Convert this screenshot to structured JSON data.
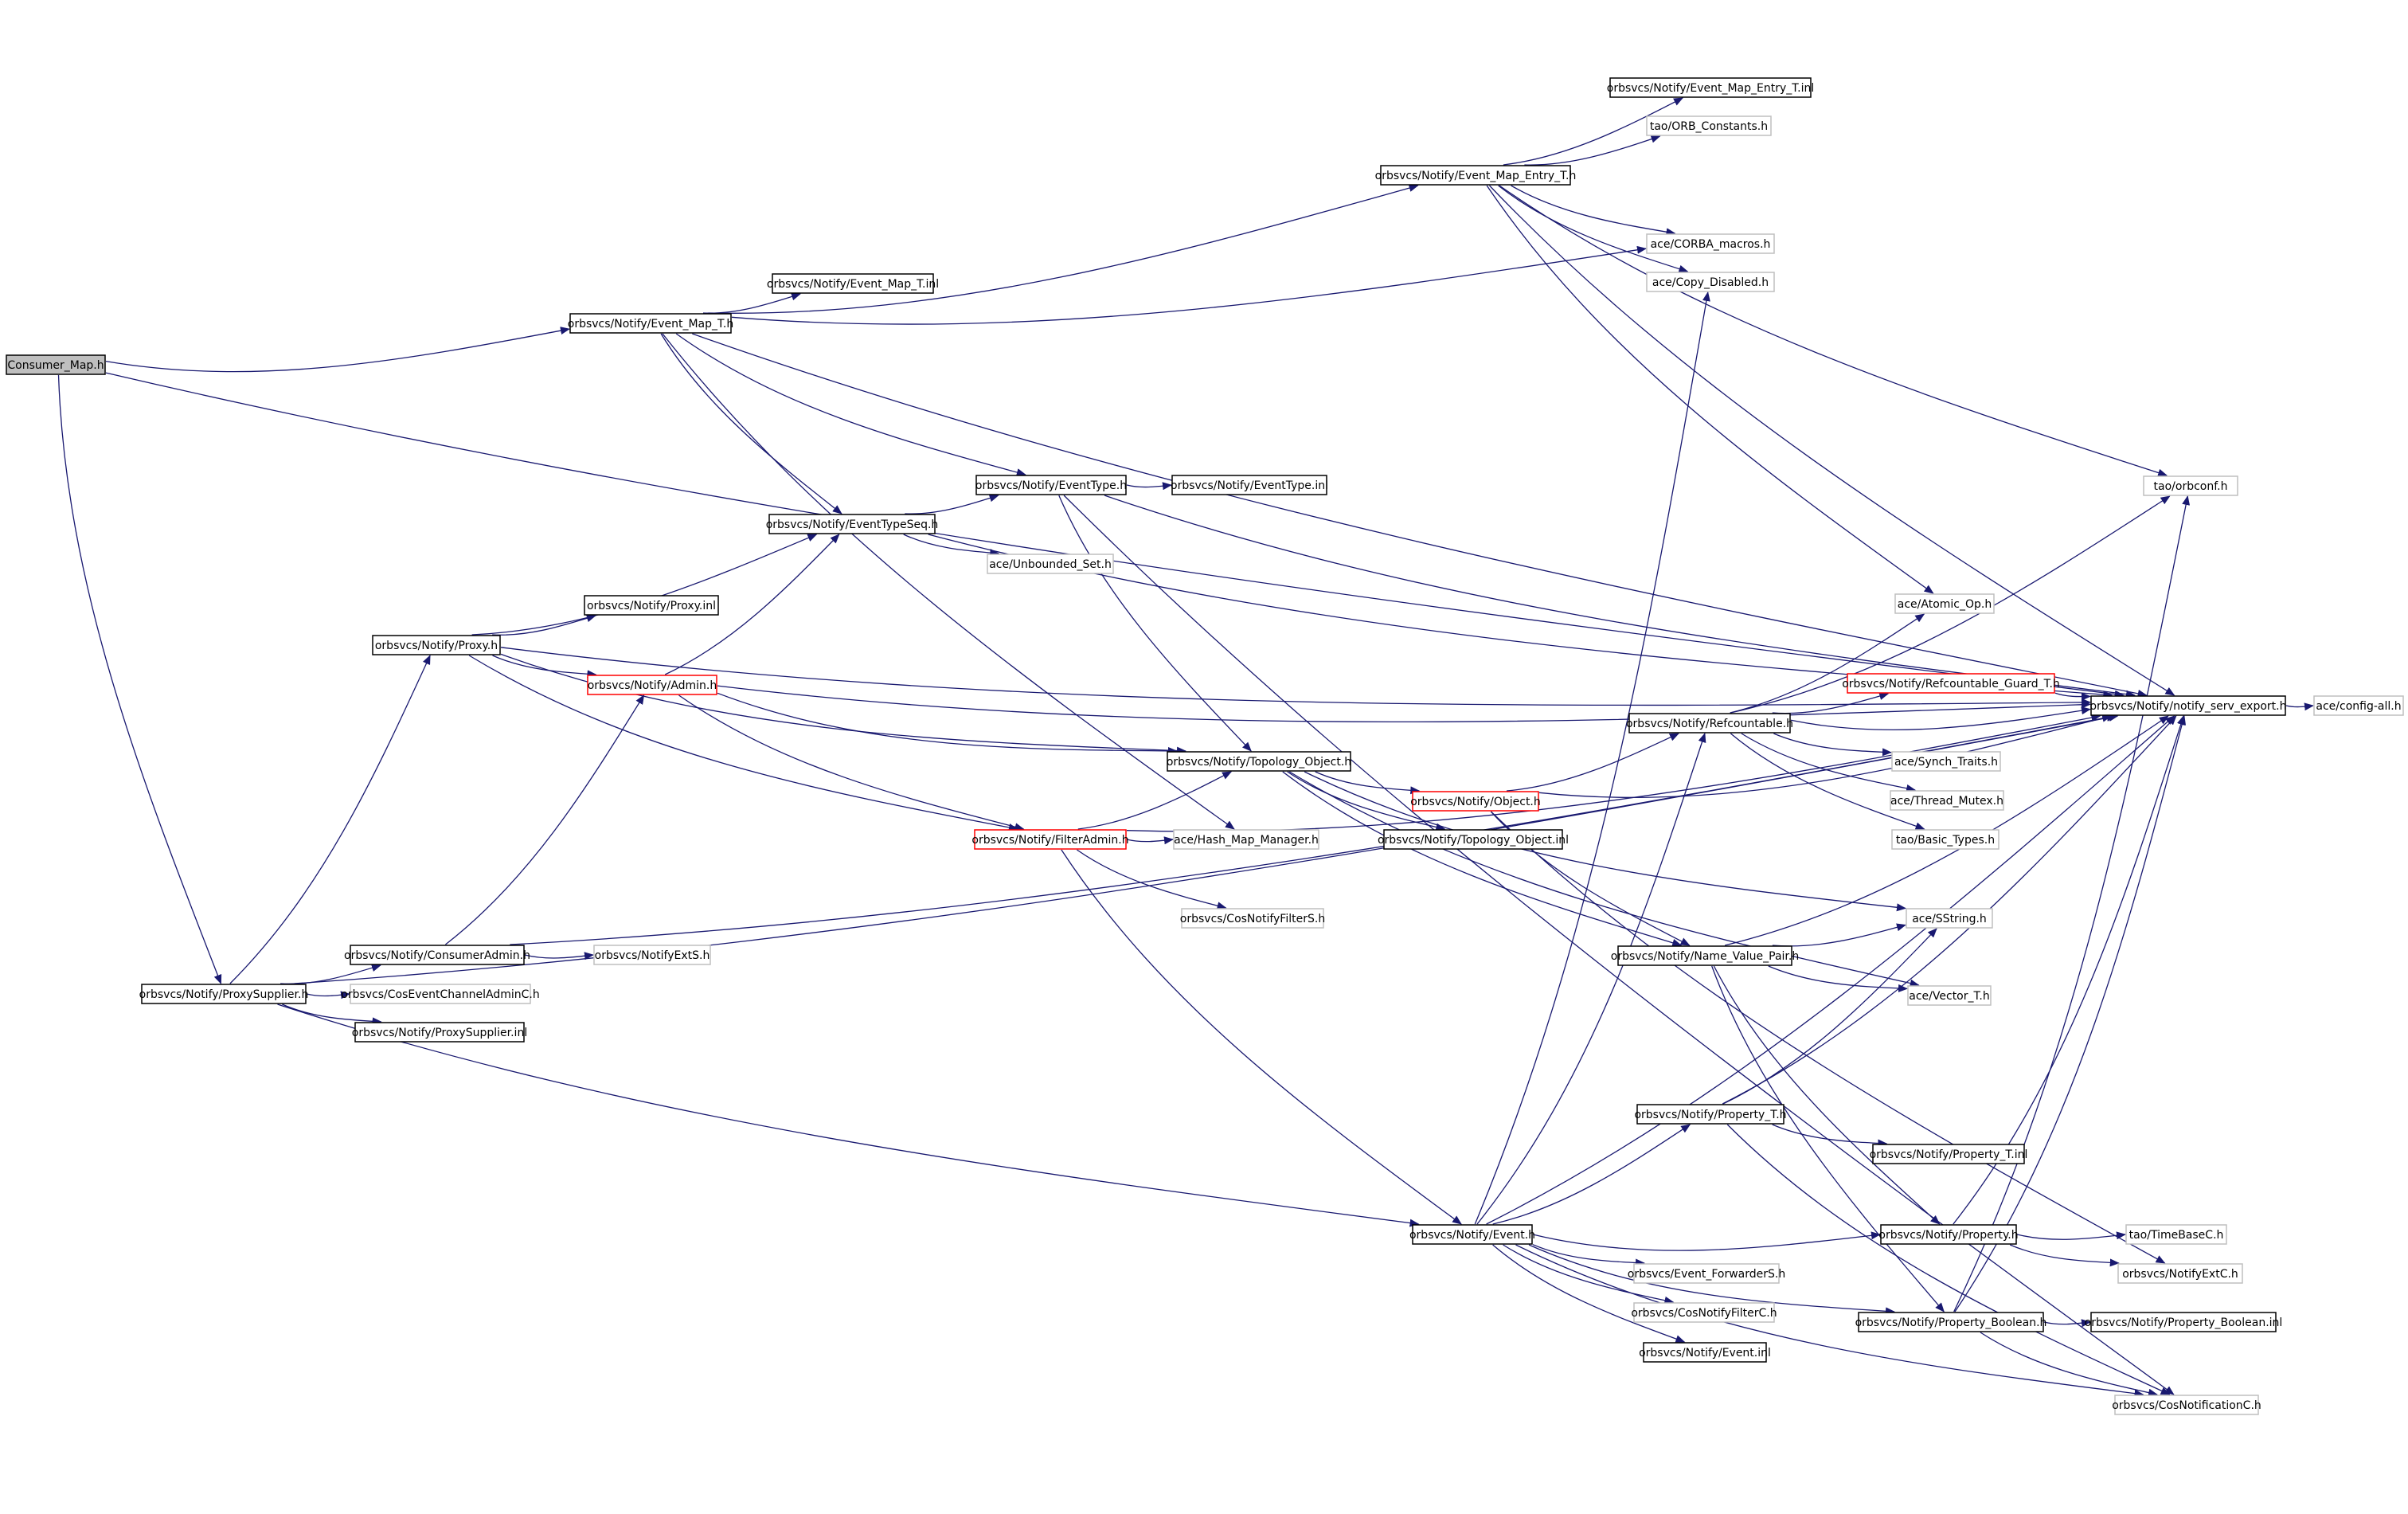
{
  "title": "",
  "colors": {
    "edge": "#191970",
    "border_normal": "#000000",
    "border_truncated": "#ff0000",
    "border_leaf": "#bfbfbf",
    "root_fill": "#bfbfbf",
    "node_fill": "#ffffff",
    "text": "#000000"
  },
  "nodes": [
    {
      "id": "consumer_map",
      "label": "Consumer_Map.h",
      "style": "root"
    },
    {
      "id": "event_map_t",
      "label": "orbsvcs/Notify/Event_Map_T.h",
      "style": "normal"
    },
    {
      "id": "event_map_t_inl",
      "label": "orbsvcs/Notify/Event_Map_T.inl",
      "style": "normal"
    },
    {
      "id": "event_map_entry_t",
      "label": "orbsvcs/Notify/Event_Map_Entry_T.h",
      "style": "normal"
    },
    {
      "id": "event_map_entry_t_inl",
      "label": "orbsvcs/Notify/Event_Map_Entry_T.inl",
      "style": "normal"
    },
    {
      "id": "orb_constants",
      "label": "tao/ORB_Constants.h",
      "style": "leaf"
    },
    {
      "id": "corba_macros",
      "label": "ace/CORBA_macros.h",
      "style": "leaf"
    },
    {
      "id": "copy_disabled",
      "label": "ace/Copy_Disabled.h",
      "style": "leaf"
    },
    {
      "id": "eventtype",
      "label": "orbsvcs/Notify/EventType.h",
      "style": "normal"
    },
    {
      "id": "eventtype_inl",
      "label": "orbsvcs/Notify/EventType.inl",
      "style": "normal"
    },
    {
      "id": "eventtypeseq",
      "label": "orbsvcs/Notify/EventTypeSeq.h",
      "style": "normal"
    },
    {
      "id": "unbounded_set",
      "label": "ace/Unbounded_Set.h",
      "style": "leaf"
    },
    {
      "id": "proxy_inl",
      "label": "orbsvcs/Notify/Proxy.inl",
      "style": "normal"
    },
    {
      "id": "proxy",
      "label": "orbsvcs/Notify/Proxy.h",
      "style": "normal"
    },
    {
      "id": "admin",
      "label": "orbsvcs/Notify/Admin.h",
      "style": "truncated"
    },
    {
      "id": "topology_object",
      "label": "orbsvcs/Notify/Topology_Object.h",
      "style": "normal"
    },
    {
      "id": "object",
      "label": "orbsvcs/Notify/Object.h",
      "style": "truncated"
    },
    {
      "id": "topology_object_inl",
      "label": "orbsvcs/Notify/Topology_Object.inl",
      "style": "normal"
    },
    {
      "id": "filteradmin",
      "label": "orbsvcs/Notify/FilterAdmin.h",
      "style": "truncated"
    },
    {
      "id": "hash_map_manager",
      "label": "ace/Hash_Map_Manager.h",
      "style": "leaf"
    },
    {
      "id": "cosnotifyfilters",
      "label": "orbsvcs/CosNotifyFilterS.h",
      "style": "leaf"
    },
    {
      "id": "consumeradmin",
      "label": "orbsvcs/Notify/ConsumerAdmin.h",
      "style": "normal"
    },
    {
      "id": "notifyexts",
      "label": "orbsvcs/NotifyExtS.h",
      "style": "leaf"
    },
    {
      "id": "proxysupplier",
      "label": "orbsvcs/Notify/ProxySupplier.h",
      "style": "normal"
    },
    {
      "id": "coseventchanneladminc",
      "label": "orbsvcs/CosEventChannelAdminC.h",
      "style": "leaf"
    },
    {
      "id": "proxysupplier_inl",
      "label": "orbsvcs/Notify/ProxySupplier.inl",
      "style": "normal"
    },
    {
      "id": "orbconf",
      "label": "tao/orbconf.h",
      "style": "leaf"
    },
    {
      "id": "atomic_op",
      "label": "ace/Atomic_Op.h",
      "style": "leaf"
    },
    {
      "id": "refcountable_guard_t",
      "label": "orbsvcs/Notify/Refcountable_Guard_T.h",
      "style": "truncated"
    },
    {
      "id": "refcountable",
      "label": "orbsvcs/Notify/Refcountable.h",
      "style": "normal"
    },
    {
      "id": "notify_serv_export",
      "label": "orbsvcs/Notify/notify_serv_export.h",
      "style": "normal"
    },
    {
      "id": "config_all",
      "label": "ace/config-all.h",
      "style": "leaf"
    },
    {
      "id": "synch_traits",
      "label": "ace/Synch_Traits.h",
      "style": "leaf"
    },
    {
      "id": "thread_mutex",
      "label": "ace/Thread_Mutex.h",
      "style": "leaf"
    },
    {
      "id": "basic_types",
      "label": "tao/Basic_Types.h",
      "style": "leaf"
    },
    {
      "id": "sstring",
      "label": "ace/SString.h",
      "style": "leaf"
    },
    {
      "id": "name_value_pair",
      "label": "orbsvcs/Notify/Name_Value_Pair.h",
      "style": "normal"
    },
    {
      "id": "vector_t",
      "label": "ace/Vector_T.h",
      "style": "leaf"
    },
    {
      "id": "property_t",
      "label": "orbsvcs/Notify/Property_T.h",
      "style": "normal"
    },
    {
      "id": "property_t_inl",
      "label": "orbsvcs/Notify/Property_T.inl",
      "style": "normal"
    },
    {
      "id": "event",
      "label": "orbsvcs/Notify/Event.h",
      "style": "normal"
    },
    {
      "id": "property",
      "label": "orbsvcs/Notify/Property.h",
      "style": "normal"
    },
    {
      "id": "timebasec",
      "label": "tao/TimeBaseC.h",
      "style": "leaf"
    },
    {
      "id": "notifyextc",
      "label": "orbsvcs/NotifyExtC.h",
      "style": "leaf"
    },
    {
      "id": "event_forwarders",
      "label": "orbsvcs/Event_ForwarderS.h",
      "style": "leaf"
    },
    {
      "id": "cosnotifyfilterc",
      "label": "orbsvcs/CosNotifyFilterC.h",
      "style": "leaf"
    },
    {
      "id": "event_inl",
      "label": "orbsvcs/Notify/Event.inl",
      "style": "normal"
    },
    {
      "id": "property_boolean",
      "label": "orbsvcs/Notify/Property_Boolean.h",
      "style": "normal"
    },
    {
      "id": "property_boolean_inl",
      "label": "orbsvcs/Notify/Property_Boolean.inl",
      "style": "normal"
    },
    {
      "id": "cosnotificationc",
      "label": "orbsvcs/CosNotificationC.h",
      "style": "leaf"
    }
  ],
  "edges": [
    [
      "consumer_map",
      "event_map_t"
    ],
    [
      "consumer_map",
      "notify_serv_export"
    ],
    [
      "consumer_map",
      "proxysupplier"
    ],
    [
      "event_map_t",
      "event_map_t_inl"
    ],
    [
      "event_map_t",
      "event_map_entry_t"
    ],
    [
      "event_map_t",
      "corba_macros"
    ],
    [
      "event_map_t",
      "notify_serv_export"
    ],
    [
      "event_map_t",
      "eventtype"
    ],
    [
      "event_map_t",
      "eventtypeseq"
    ],
    [
      "event_map_t",
      "hash_map_manager"
    ],
    [
      "event_map_entry_t",
      "event_map_entry_t_inl"
    ],
    [
      "event_map_entry_t",
      "orb_constants"
    ],
    [
      "event_map_entry_t",
      "corba_macros"
    ],
    [
      "event_map_entry_t",
      "copy_disabled"
    ],
    [
      "event_map_entry_t",
      "orbconf"
    ],
    [
      "event_map_entry_t",
      "notify_serv_export"
    ],
    [
      "event_map_entry_t",
      "atomic_op"
    ],
    [
      "eventtype",
      "eventtype_inl"
    ],
    [
      "eventtype",
      "notify_serv_export"
    ],
    [
      "eventtype",
      "topology_object"
    ],
    [
      "eventtype",
      "cosnotificationc"
    ],
    [
      "eventtypeseq",
      "eventtype"
    ],
    [
      "eventtypeseq",
      "unbounded_set"
    ],
    [
      "eventtypeseq",
      "notify_serv_export"
    ],
    [
      "proxy",
      "proxy_inl"
    ],
    [
      "proxy",
      "eventtypeseq"
    ],
    [
      "proxy",
      "admin"
    ],
    [
      "proxy",
      "topology_object"
    ],
    [
      "proxy",
      "filteradmin"
    ],
    [
      "proxy",
      "notify_serv_export"
    ],
    [
      "admin",
      "eventtypeseq"
    ],
    [
      "admin",
      "topology_object"
    ],
    [
      "admin",
      "filteradmin"
    ],
    [
      "admin",
      "notify_serv_export"
    ],
    [
      "topology_object",
      "object"
    ],
    [
      "topology_object",
      "topology_object_inl"
    ],
    [
      "topology_object",
      "name_value_pair"
    ],
    [
      "topology_object",
      "vector_t"
    ],
    [
      "topology_object",
      "sstring"
    ],
    [
      "object",
      "refcountable"
    ],
    [
      "object",
      "name_value_pair"
    ],
    [
      "object",
      "notify_serv_export"
    ],
    [
      "object",
      "notifyextc"
    ],
    [
      "filteradmin",
      "topology_object"
    ],
    [
      "filteradmin",
      "hash_map_manager"
    ],
    [
      "filteradmin",
      "cosnotifyfilters"
    ],
    [
      "filteradmin",
      "event"
    ],
    [
      "filteradmin",
      "notify_serv_export"
    ],
    [
      "consumeradmin",
      "admin"
    ],
    [
      "consumeradmin",
      "notifyexts"
    ],
    [
      "consumeradmin",
      "notify_serv_export"
    ],
    [
      "proxysupplier",
      "proxy"
    ],
    [
      "proxysupplier",
      "consumeradmin"
    ],
    [
      "proxysupplier",
      "coseventchanneladminc"
    ],
    [
      "proxysupplier",
      "proxysupplier_inl"
    ],
    [
      "proxysupplier",
      "event"
    ],
    [
      "proxysupplier",
      "notify_serv_export"
    ],
    [
      "refcountable",
      "refcountable_guard_t"
    ],
    [
      "refcountable",
      "notify_serv_export"
    ],
    [
      "refcountable",
      "orbconf"
    ],
    [
      "refcountable",
      "atomic_op"
    ],
    [
      "refcountable",
      "synch_traits"
    ],
    [
      "refcountable",
      "thread_mutex"
    ],
    [
      "refcountable",
      "basic_types"
    ],
    [
      "refcountable_guard_t",
      "notify_serv_export"
    ],
    [
      "notify_serv_export",
      "config_all"
    ],
    [
      "name_value_pair",
      "sstring"
    ],
    [
      "name_value_pair",
      "vector_t"
    ],
    [
      "name_value_pair",
      "notify_serv_export"
    ],
    [
      "name_value_pair",
      "property"
    ],
    [
      "name_value_pair",
      "property_boolean"
    ],
    [
      "property_t",
      "property_t_inl"
    ],
    [
      "property_t",
      "sstring"
    ],
    [
      "property_t",
      "notify_serv_export"
    ],
    [
      "property_t",
      "cosnotificationc"
    ],
    [
      "event",
      "copy_disabled"
    ],
    [
      "event",
      "refcountable"
    ],
    [
      "event",
      "property_t"
    ],
    [
      "event",
      "property"
    ],
    [
      "event",
      "event_forwarders"
    ],
    [
      "event",
      "cosnotifyfilterc"
    ],
    [
      "event",
      "event_inl"
    ],
    [
      "event",
      "property_boolean"
    ],
    [
      "event",
      "cosnotificationc"
    ],
    [
      "event",
      "notify_serv_export"
    ],
    [
      "property",
      "timebasec"
    ],
    [
      "property",
      "notifyextc"
    ],
    [
      "property",
      "notify_serv_export"
    ],
    [
      "property_boolean",
      "property_boolean_inl"
    ],
    [
      "property_boolean",
      "cosnotificationc"
    ],
    [
      "property_boolean",
      "orbconf"
    ],
    [
      "property_boolean",
      "notify_serv_export"
    ]
  ]
}
